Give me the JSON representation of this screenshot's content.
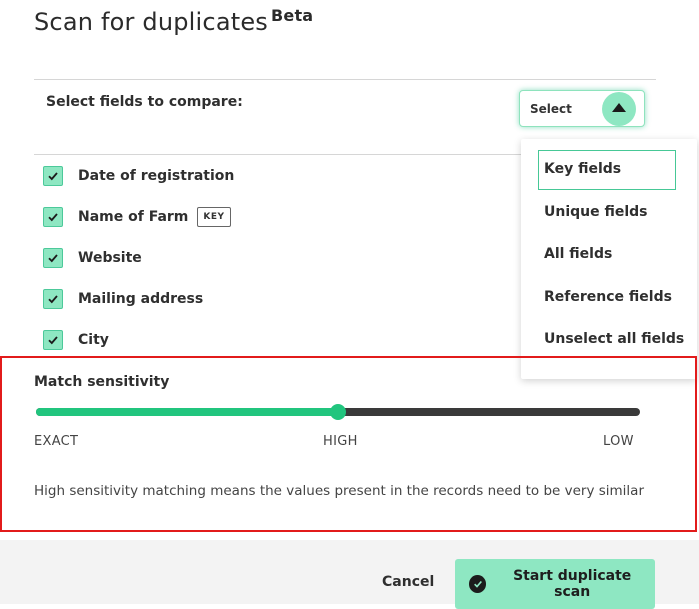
{
  "title": "Scan for duplicates",
  "title_badge": "Beta",
  "select_fields_label": "Select fields to compare:",
  "select_button_label": "Select",
  "fields": [
    {
      "label": "Date of registration",
      "checked": true,
      "badge": ""
    },
    {
      "label": "Name of Farm",
      "checked": true,
      "badge": "KEY"
    },
    {
      "label": "Website",
      "checked": true,
      "badge": ""
    },
    {
      "label": "Mailing address",
      "checked": true,
      "badge": ""
    },
    {
      "label": "City",
      "checked": true,
      "badge": ""
    }
  ],
  "dropdown_items": [
    "Key fields",
    "Unique fields",
    "All fields",
    "Reference fields",
    "Unselect all fields"
  ],
  "sensitivity": {
    "title": "Match sensitivity",
    "level_fraction": 0.5,
    "ticks": [
      "EXACT",
      "HIGH",
      "LOW"
    ],
    "description": "High sensitivity matching means the values present in the records need to be very similar"
  },
  "footer": {
    "cancel_label": "Cancel",
    "scan_label": "Start duplicate scan"
  },
  "colors": {
    "accent": "#21c57e",
    "accent_light": "#8ee7c2",
    "highlight_border": "#e21b1b"
  }
}
